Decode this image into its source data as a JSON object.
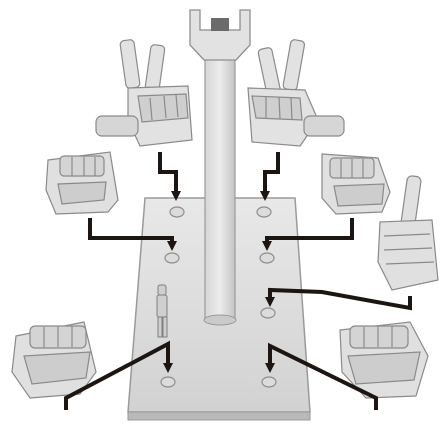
{
  "image": {
    "subject": "gray-stand-with-hand-parts",
    "colors": {
      "background": "#ffffff",
      "part_light": "#e4e4e4",
      "part_mid": "#cfcfcf",
      "part_dark": "#a9a9a9",
      "outline": "#8e8e8e",
      "arrow": "#1d1511"
    },
    "parts": [
      "peace-sign-hand-left",
      "peace-sign-hand-right",
      "fist-upper-left",
      "fist-upper-right",
      "thumbs-up-hand",
      "open-grip-hand-lower-left",
      "open-grip-hand-lower-right",
      "stand-post",
      "stand-base",
      "mini-figure"
    ]
  }
}
